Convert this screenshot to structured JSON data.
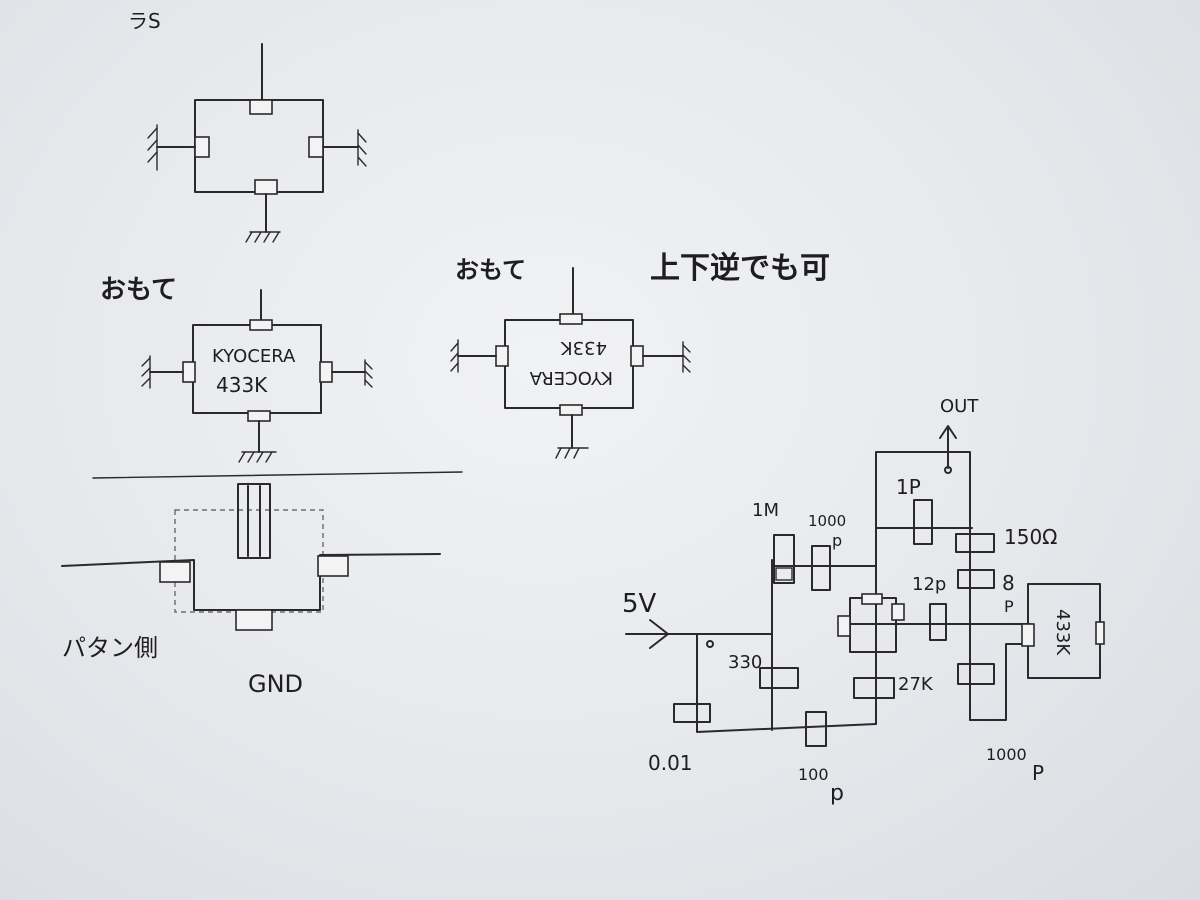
{
  "sheet": {
    "corner_note": "ラS",
    "front_label_left": "おもて",
    "front_label_right": "おもて",
    "flip_note": "上下逆でも可",
    "part_left_line1": "KYOCERA",
    "part_left_line2": "433K",
    "part_right_line1": "KYOCERA",
    "part_right_line2": "433K",
    "pattern_side": "パタン側",
    "gnd": "GND"
  },
  "circuit": {
    "out": "OUT",
    "supply": "5V",
    "c_1p": "1P",
    "r_150": "150Ω",
    "r_1m": "1M",
    "c_1000p_a": "1000",
    "c_1000p_a_unit": "p",
    "c_12p": "12p",
    "c_8p": "8",
    "c_8p_unit": "P",
    "r_330": "330",
    "r_27k": "27K",
    "c_001": "0.01",
    "c_100p": "100",
    "c_100p_unit": "p",
    "c_1000p_b": "1000",
    "c_1000p_b_unit": "P",
    "module": "433K"
  },
  "colors": {
    "ink": "#2a2a2e",
    "paper": "#e6e8ec"
  }
}
